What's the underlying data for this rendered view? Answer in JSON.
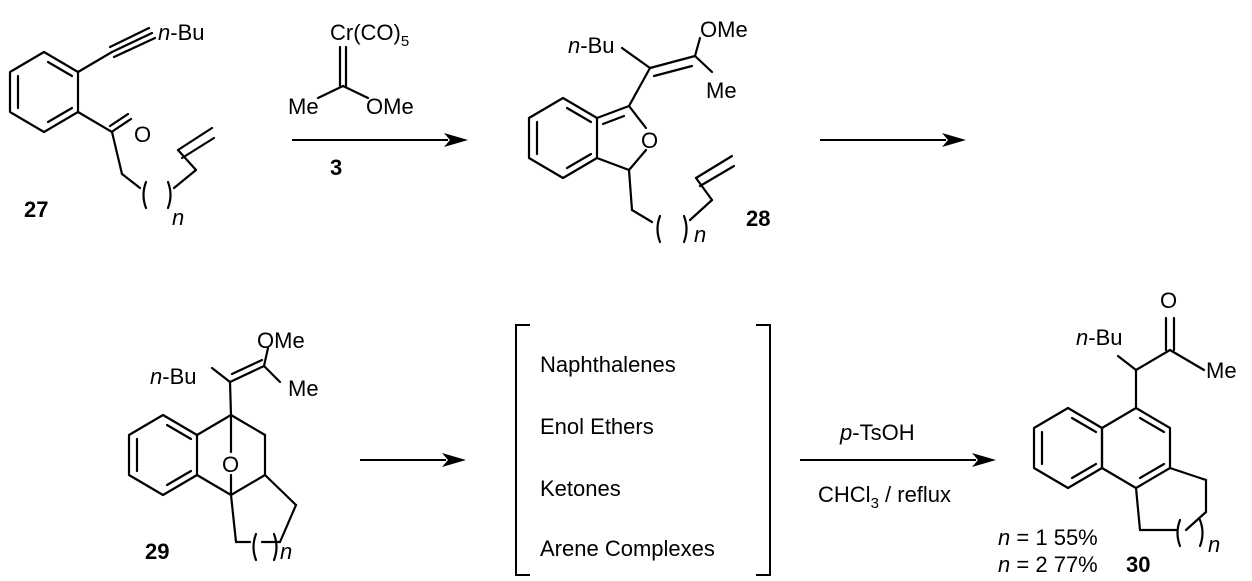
{
  "compounds": {
    "c27": {
      "number": "27",
      "alkyne_sub": "n-Bu",
      "ketone_o": "O",
      "chain_index": "n"
    },
    "c28": {
      "number": "28",
      "butyl": "n-Bu",
      "ome": "OMe",
      "me": "Me",
      "ring_o": "O",
      "chain_index": "n"
    },
    "c29": {
      "number": "29",
      "butyl": "n-Bu",
      "ome": "OMe",
      "me": "Me",
      "bridge_o": "O",
      "chain_index": "n"
    },
    "c30": {
      "number": "30",
      "butyl": "n-Bu",
      "ketone_o": "O",
      "me": "Me",
      "chain_index": "n"
    }
  },
  "reagent3": {
    "cr": "Cr(CO)",
    "cr_sub": "5",
    "me": "Me",
    "ome": "OMe",
    "label": "3"
  },
  "intermediates": [
    "Naphthalenes",
    "Enol Ethers",
    "Ketones",
    "Arene Complexes"
  ],
  "conditions": {
    "acid": "p-TsOH",
    "solvent_pre": "CHCl",
    "solvent_sub": "3",
    "solvent_post": " / reflux"
  },
  "yields": [
    {
      "n_eq": "= 1",
      "value": "55%"
    },
    {
      "n_eq": "= 2",
      "value": "77%"
    }
  ]
}
